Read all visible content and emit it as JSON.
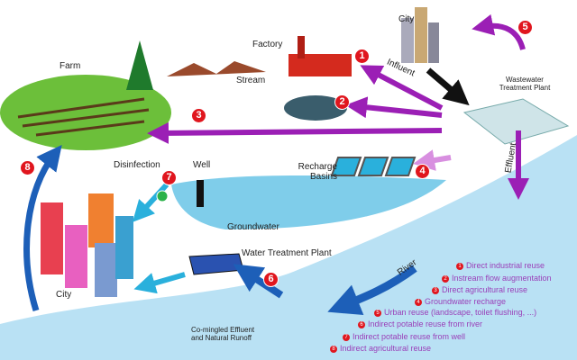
{
  "labels": {
    "farm": "Farm",
    "factory": "Factory",
    "stream": "Stream",
    "city_top": "City",
    "influent": "Influent",
    "wastewater_plant": "Wastewater Treatment Plant",
    "effluent": "Effluent",
    "recharge_basins": "Recharge Basins",
    "disinfection": "Disinfection",
    "well": "Well",
    "groundwater": "Groundwater",
    "water_treatment_plant": "Water Treatment Plant",
    "river": "River",
    "city_left": "City",
    "comingled": "Co-mingled Effluent and Natural Runoff"
  },
  "badges": [
    "1",
    "2",
    "3",
    "4",
    "5",
    "6",
    "7",
    "8"
  ],
  "legend": [
    {
      "num": "1",
      "text": "Direct industrial reuse"
    },
    {
      "num": "2",
      "text": "Instream flow augmentation"
    },
    {
      "num": "3",
      "text": "Direct agricultural reuse"
    },
    {
      "num": "4",
      "text": "Groundwater recharge"
    },
    {
      "num": "5",
      "text": "Urban reuse (landscape, toilet flushing, ...)"
    },
    {
      "num": "6",
      "text": "Indirect potable reuse from river"
    },
    {
      "num": "7",
      "text": "Indirect potable reuse from well"
    },
    {
      "num": "8",
      "text": "Indirect agricultural reuse"
    }
  ],
  "colors": {
    "reuse_arrow": "#9b1fb5",
    "water": "#a9d8f0",
    "river_arrow": "#1d5fb8",
    "badge": "#e0161e",
    "legend_text": "#9a3fb8"
  }
}
